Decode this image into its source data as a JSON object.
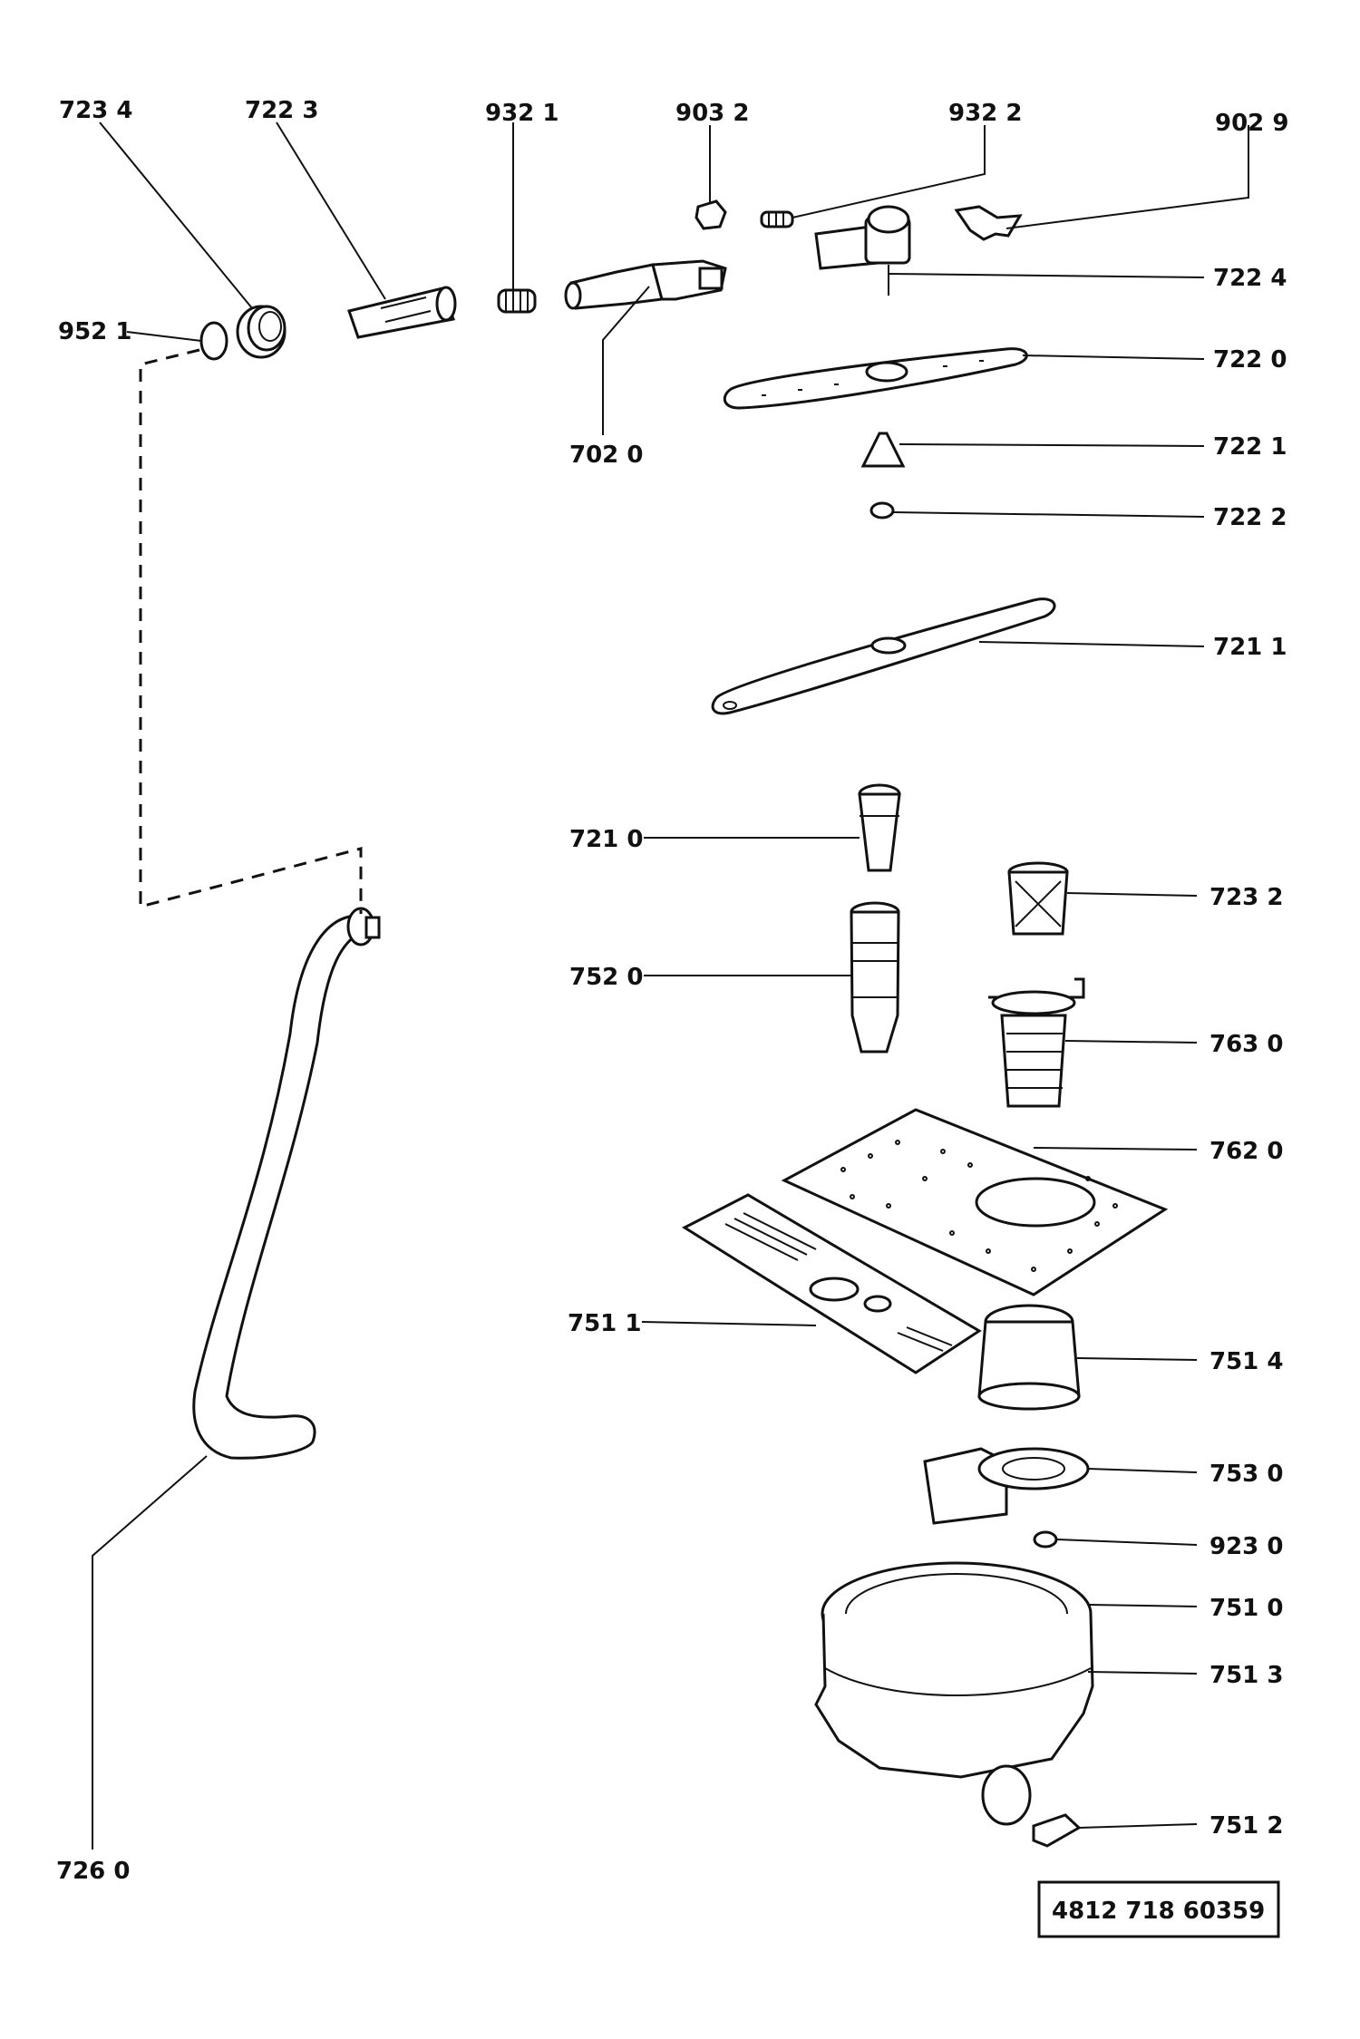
{
  "diagram": {
    "reference_number": "4812 718 60359",
    "callouts": [
      {
        "id": "7234",
        "text": "723 4"
      },
      {
        "id": "7223",
        "text": "722 3"
      },
      {
        "id": "9321",
        "text": "932 1"
      },
      {
        "id": "9032",
        "text": "903 2"
      },
      {
        "id": "9322",
        "text": "932 2"
      },
      {
        "id": "9029",
        "text": "902 9"
      },
      {
        "id": "7224",
        "text": "722 4"
      },
      {
        "id": "9521",
        "text": "952 1"
      },
      {
        "id": "7220",
        "text": "722 0"
      },
      {
        "id": "7020",
        "text": "702  0"
      },
      {
        "id": "7221",
        "text": "722 1"
      },
      {
        "id": "7222",
        "text": "722 2"
      },
      {
        "id": "7211",
        "text": "721 1"
      },
      {
        "id": "7210",
        "text": "721 0"
      },
      {
        "id": "7232",
        "text": "723 2"
      },
      {
        "id": "7520",
        "text": "752 0"
      },
      {
        "id": "7630",
        "text": "763 0"
      },
      {
        "id": "7620",
        "text": "762 0"
      },
      {
        "id": "7511",
        "text": "751  1"
      },
      {
        "id": "7514",
        "text": "751 4"
      },
      {
        "id": "7530",
        "text": "753 0"
      },
      {
        "id": "9230",
        "text": "923 0"
      },
      {
        "id": "7510",
        "text": "751 0"
      },
      {
        "id": "7513",
        "text": "751 3"
      },
      {
        "id": "7512",
        "text": "751 2"
      },
      {
        "id": "7260",
        "text": "726 0"
      }
    ]
  }
}
